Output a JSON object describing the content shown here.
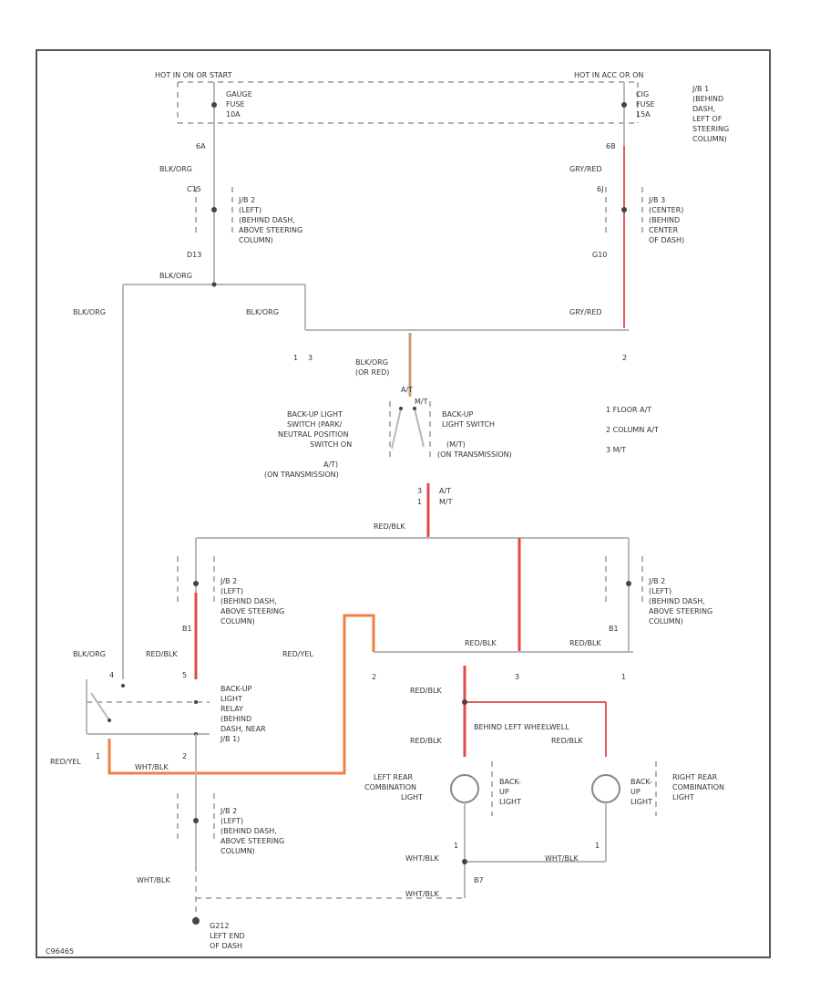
{
  "top_left_power": "HOT IN ON OR START",
  "top_right_power": "HOT IN ACC OR ON",
  "gauge_fuse": [
    "GAUGE",
    "FUSE",
    "10A"
  ],
  "cig_fuse": [
    "CIG",
    "FUSE",
    "15A"
  ],
  "jb1_right": [
    "J/B 1",
    "(BEHIND",
    "DASH,",
    "LEFT OF",
    "STEERING",
    "COLUMN)"
  ],
  "jb2_top_left": [
    "J/B 2",
    "(LEFT)",
    "(BEHIND DASH,",
    "ABOVE STEERING",
    "COLUMN)"
  ],
  "jb3_center": [
    "J/B 3",
    "(CENTER)",
    "(BEHIND",
    "CENTER",
    "OF DASH)"
  ],
  "wire_labels": {
    "blk_org": "BLK/ORG",
    "gry_red": "GRY/RED",
    "blk_org_or_red": [
      "BLK/ORG",
      "(OR RED)"
    ],
    "red_blk": "RED/BLK",
    "red_yel": "RED/YEL",
    "wht_blk": "WHT/BLK"
  },
  "pin_labels": {
    "p1": "1",
    "p2": "2",
    "p3": "3",
    "p6a": "6A",
    "p6b": "6B",
    "p6j": "6J",
    "p4": "4",
    "p5": "5",
    "b1": "B1",
    "b7": "B7",
    "g10": "G10",
    "c15": "C15",
    "d13": "D13",
    "at_pin": "A/T",
    "mt_pin": "M/T"
  },
  "switch_left": [
    "BACK-UP LIGHT",
    "SWITCH (PARK/",
    "NEUTRAL POSITION",
    "SWITCH ON",
    "A/T)",
    "(ON TRANSMISSION)"
  ],
  "switch_right": [
    "BACK-UP",
    "LIGHT SWITCH",
    "(M/T)",
    "(ON TRANSMISSION)"
  ],
  "legend": [
    "1  FLOOR A/T",
    "2  COLUMN A/T",
    "3  M/T"
  ],
  "relay_label": [
    "BACK-UP",
    "LIGHT",
    "RELAY",
    "(BEHIND",
    "DASH, NEAR",
    "J/B 1)"
  ],
  "ground_label": [
    "G212",
    "LEFT END",
    "OF DASH"
  ],
  "wire_code": "BEHIND LEFT WHEELWELL",
  "left_lamp_name": [
    "LEFT REAR",
    "COMBINATION",
    "LIGHT"
  ],
  "right_lamp_name": [
    "RIGHT REAR",
    "COMBINATION",
    "LIGHT"
  ],
  "lamp_text": [
    "BACK-",
    "UP",
    "LIGHT"
  ],
  "diagram_id": "C96465"
}
